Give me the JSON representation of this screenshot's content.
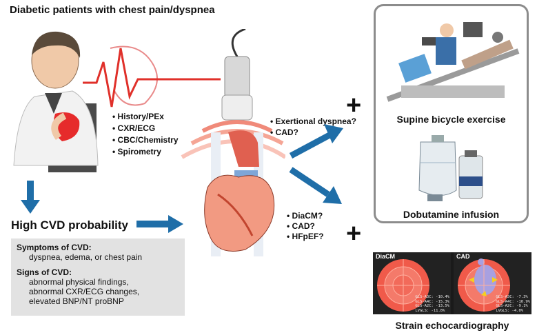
{
  "title": "Diabetic patients with chest pain/dyspnea",
  "initial_workup": [
    "History/PEx",
    "CXR/ECG",
    "CBC/Chemistry",
    "Spirometry"
  ],
  "high_cvd": "High CVD probability",
  "symptoms": {
    "heading": "Symptoms of CVD:",
    "lines": [
      "dyspnea, edema, or chest pain"
    ]
  },
  "signs": {
    "heading": "Signs of CVD:",
    "lines": [
      "abnormal physical findings,",
      "abnormal CXR/ECG changes,",
      "elevated BNP/NT proBNP"
    ]
  },
  "questions_top": [
    "Exertional dyspnea?",
    "CAD?"
  ],
  "questions_bottom": [
    "DiaCM?",
    "CAD?",
    "HFpEF?"
  ],
  "plus_sign": "+",
  "stress_tests": {
    "exercise_label": "Supine bicycle exercise",
    "dobutamine_label": "Dobutamine infusion"
  },
  "strain": {
    "label": "Strain echocardiography",
    "panels": [
      {
        "name": "DiaCM",
        "stats": [
          "GLS-A3C: -10.4%",
          "GLS-A4C: -15.3%",
          "GLS-A2C: -13.5%",
          "LVGLS: -11.8%"
        ]
      },
      {
        "name": "CAD",
        "stats": [
          "GLS-A3C: -7.3%",
          "GLS-A4C: -10.9%",
          "GLS-A2C: -9.1%",
          "LVGLS: -4.0%"
        ]
      }
    ]
  },
  "colors": {
    "arrow": "#1f6ea8",
    "accent_red": "#e0302a",
    "gray_box": "#e2e2e2"
  }
}
